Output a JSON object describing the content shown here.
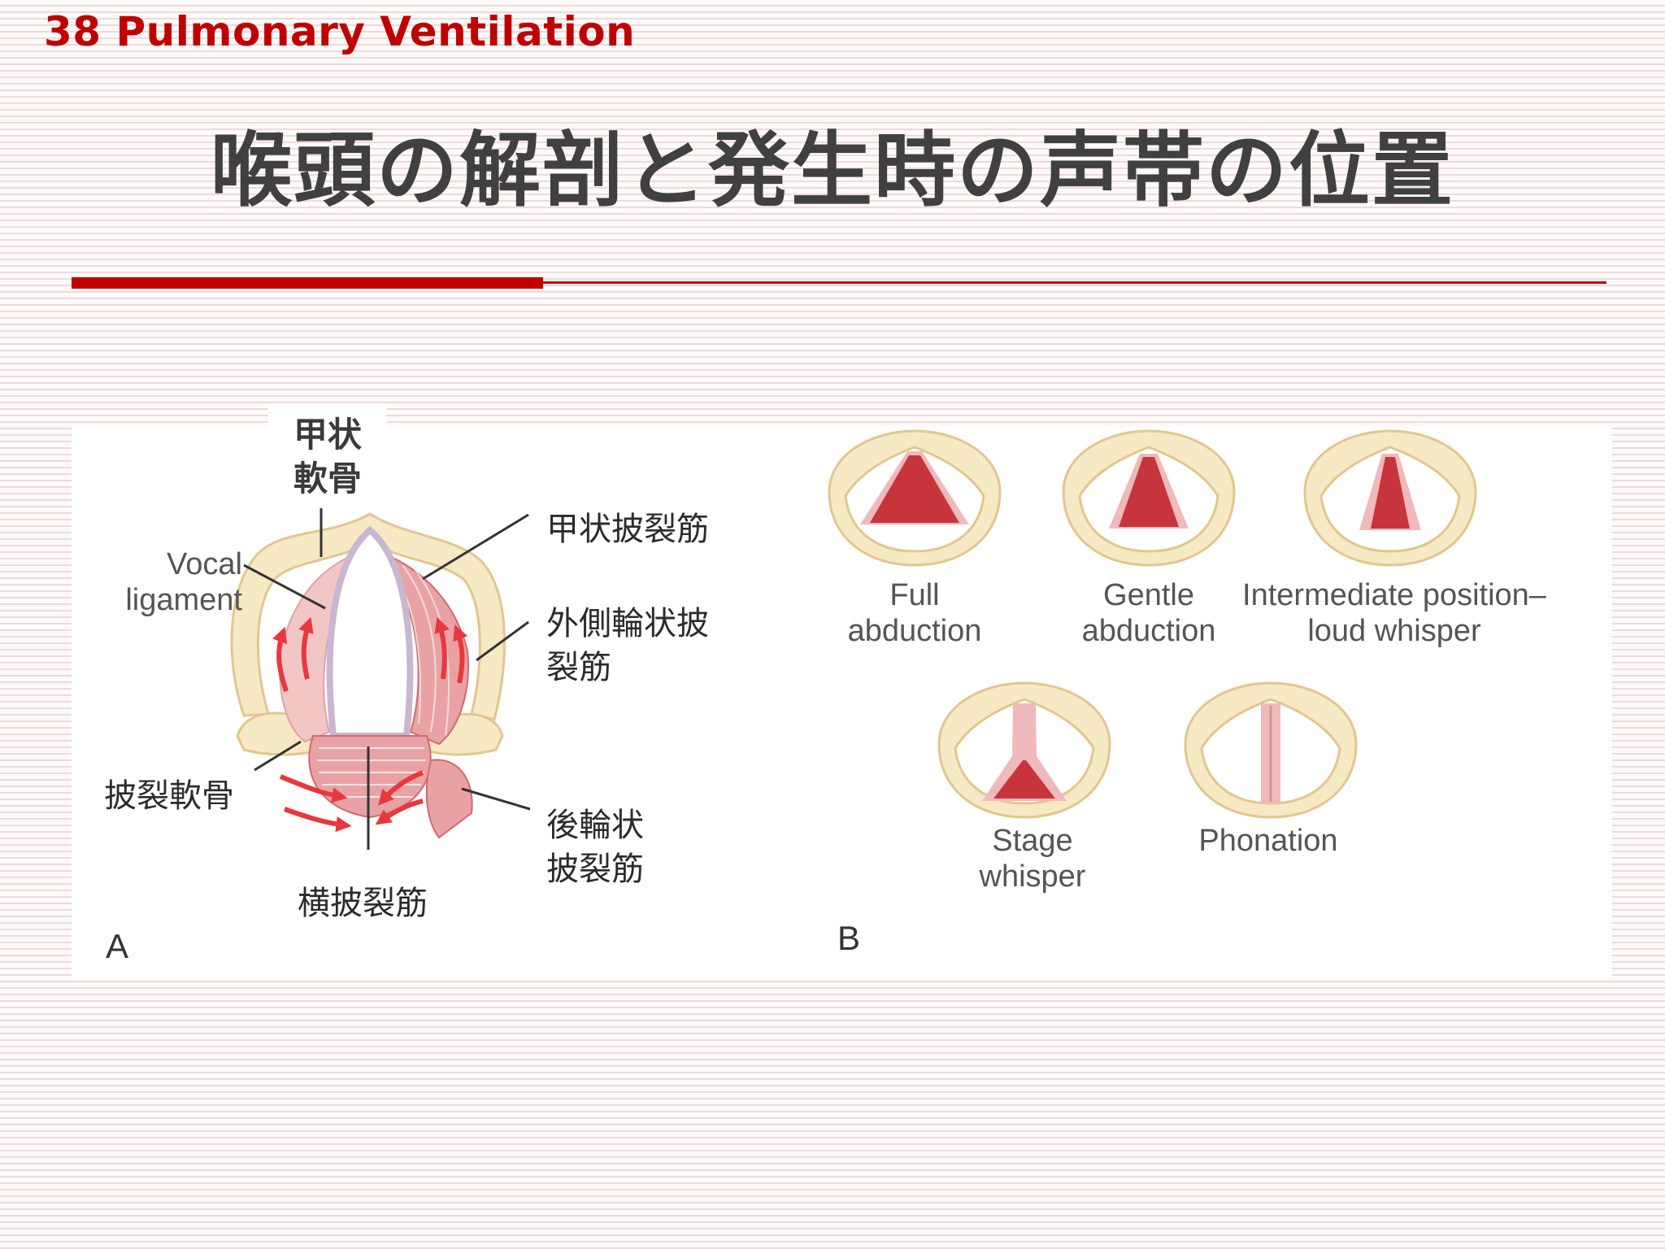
{
  "header": {
    "section": "38 Pulmonary Ventilation"
  },
  "slide": {
    "title": "喉頭の解剖と発生時の声帯の位置"
  },
  "figure_a": {
    "panel_letter": "A",
    "labels": {
      "thyroid_cartilage_line1": "甲状",
      "thyroid_cartilage_line2": "軟骨",
      "vocal_ligament_line1": "Vocal",
      "vocal_ligament_line2": "ligament",
      "thyroarytenoid": "甲状披裂筋",
      "lateral_cricoarytenoid_line1": "外側輪状披",
      "lateral_cricoarytenoid_line2": "裂筋",
      "arytenoid_cartilage": "披裂軟骨",
      "posterior_cricoarytenoid_line1": "後輪状",
      "posterior_cricoarytenoid_line2": "披裂筋",
      "transverse_arytenoid": "横披裂筋"
    }
  },
  "figure_b": {
    "panel_letter": "B",
    "positions": [
      {
        "line1": "Full",
        "line2": "abduction"
      },
      {
        "line1": "Gentle",
        "line2": "abduction"
      },
      {
        "line1": "Intermediate position–",
        "line2": "loud whisper"
      },
      {
        "line1": "Stage",
        "line2": "whisper"
      },
      {
        "line1": "Phonation",
        "line2": ""
      }
    ]
  },
  "colors": {
    "accent_red": "#c00000",
    "title_gray": "#404040",
    "cartilage_cream": "#f7e9c4",
    "cartilage_outline": "#e2c690",
    "muscle_red": "#c8343c",
    "muscle_pink": "#e9a2a4",
    "arrow_red": "#e8383d"
  }
}
